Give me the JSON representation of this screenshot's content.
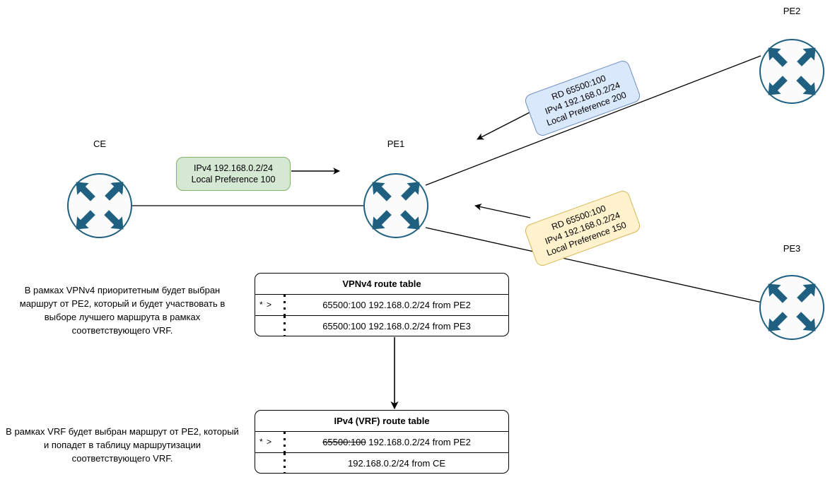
{
  "diagram": {
    "title": "MPLS L3VPN VPNv4 route selection diagram",
    "colors": {
      "router_stroke": "#1f6080",
      "router_fill": "#fbfbfb",
      "arrow_fill": "#1f6080",
      "green_fill": "#d5e8d4",
      "green_stroke": "#82b366",
      "blue_fill": "#dae8fc",
      "blue_stroke": "#6c8ebf",
      "yellow_fill": "#fff2cc",
      "yellow_stroke": "#d6b656",
      "line": "#000000"
    }
  },
  "nodes": [
    {
      "id": "ce",
      "label": "CE"
    },
    {
      "id": "pe1",
      "label": "PE1"
    },
    {
      "id": "pe2",
      "label": "PE2"
    },
    {
      "id": "pe3",
      "label": "PE3"
    }
  ],
  "callouts": {
    "ce_advert": {
      "line1": "IPv4 192.168.0.2/24",
      "line2": "Local Preference 100"
    },
    "pe2_advert": {
      "line1": "RD 65500:100",
      "line2": "IPv4 192.168.0.2/24",
      "line3": "Local Preference 200"
    },
    "pe3_advert": {
      "line1": "RD 65500:100",
      "line2": "IPv4 192.168.0.2/24",
      "line3": "Local Preference 150"
    }
  },
  "tables": {
    "vpnv4": {
      "header": "VPNv4 route table",
      "rows": [
        {
          "mark": "* >",
          "prefix": "",
          "text": "65500:100 192.168.0.2/24 from PE2"
        },
        {
          "mark": "",
          "prefix": "",
          "text": "65500:100 192.168.0.2/24 from PE3"
        }
      ]
    },
    "vrf": {
      "header": "IPv4 (VRF) route table",
      "rows": [
        {
          "mark": "* >",
          "prefix": "65500:100",
          "text": "192.168.0.2/24 from PE2"
        },
        {
          "mark": "",
          "prefix": "",
          "text": "192.168.0.2/24 from CE"
        }
      ]
    }
  },
  "notes": {
    "vpnv4_note": "В рамках VPNv4 приоритетным будет выбран маршрут от PE2, который и будет участвовать в выборе лучшего маршрута в рамках соответствующего VRF.",
    "vrf_note": "В рамках VRF  будет выбран маршрут от PE2, который и попадет в таблицу маршрутизации соответствующего VRF."
  }
}
